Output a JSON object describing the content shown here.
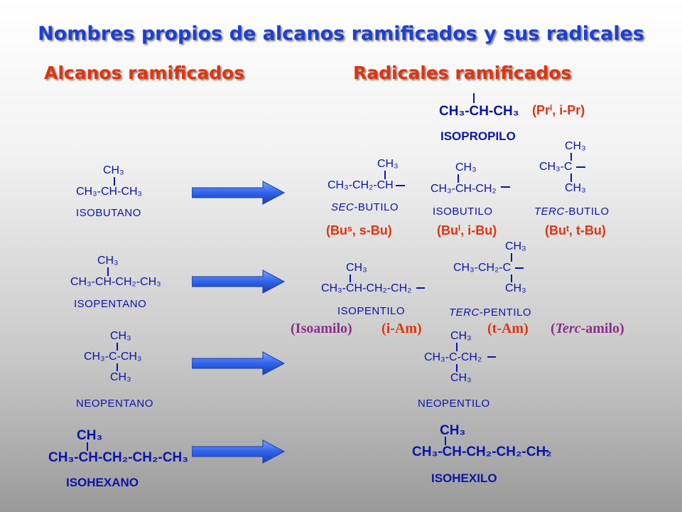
{
  "title": "Nombres propios de alcanos ramificados y sus radicales",
  "alkanes_heading": "Alcanos ramificados",
  "radicals_heading": "Radicales ramificados",
  "alkanes": {
    "isobutano": {
      "top": "CH₃",
      "main": "CH₃-CH-CH₃",
      "name": "ISOBUTANO"
    },
    "isopentano": {
      "top": "CH₃",
      "main": "CH₃-CH-CH₂-CH₃",
      "name": "ISOPENTANO"
    },
    "neopentano": {
      "top": "CH₃",
      "main": "CH₃-C-CH₃",
      "bottom": "CH₃",
      "name": "NEOPENTANO"
    },
    "isohexano": {
      "top": "CH₃",
      "main": "CH₃-CH-CH₂-CH₂-CH₃",
      "name": "ISOHEXANO"
    }
  },
  "radicals": {
    "isopropilo": {
      "main": "CH₃-CH-CH₃",
      "name": "ISOPROPILO",
      "abbr": "(Prⁱ, i-Pr)"
    },
    "sec_butilo": {
      "top": "CH₃",
      "main": "CH₃-CH₂-CH",
      "name_prefix": "SEC",
      "name_suffix": "-BUTILO",
      "abbr": "(Buˢ, s-Bu)"
    },
    "isobutilo": {
      "top": "CH₃",
      "main": "CH₃-CH-CH₂",
      "name": "ISOBUTILO",
      "abbr": "(Buⁱ, i-Bu)"
    },
    "terc_butilo": {
      "top": "CH₃",
      "main": "CH₃-C",
      "bottom": "CH₃",
      "name_prefix": "TERC",
      "name_suffix": "-BUTILO",
      "abbr": "(Buᵗ, t-Bu)"
    },
    "isopentilo": {
      "top": "CH₃",
      "main": "CH₃-CH-CH₂-CH₂",
      "name": "ISOPENTILO",
      "abbr1": "(Isoamilo)",
      "abbr2": "(i-Am)"
    },
    "terc_pentilo": {
      "top": "CH₃",
      "main": "CH₃-CH₂-C",
      "bottom": "CH₃",
      "name_prefix": "TERC",
      "name_suffix": "-PENTILO",
      "abbr1": "(t-Am)",
      "abbr2": "(Terc-amilo)"
    },
    "neopentilo": {
      "top": "CH₃",
      "main": "CH₃-C-CH₂",
      "bottom": "CH₃",
      "name": "NEOPENTILO"
    },
    "isohexilo": {
      "top": "CH₃",
      "main": "CH₃-CH-CH₂-CH₂-CH₂",
      "name": "ISOHEXILO"
    }
  },
  "colors": {
    "title": "#1f3fd0",
    "heading": "#e0340f",
    "formula": "#0b14a8",
    "alt_abbr": "#8b2f8b",
    "arrow": "#2f63ea"
  }
}
